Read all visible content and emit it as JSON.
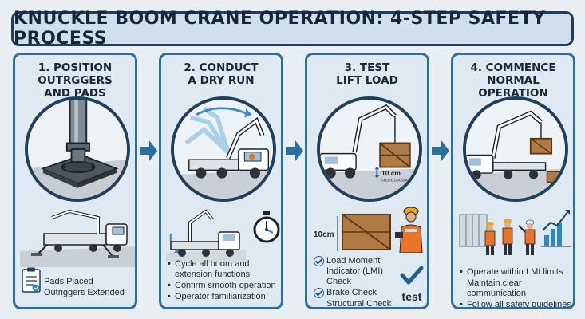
{
  "title": "KNUCKLE BOOM CRANE OPERATION: 4-STEP SAFETY PROCESS",
  "steps": [
    {
      "title_line1": "1. POSITION OUTRGGERS",
      "title_line2": "AND PADS",
      "notes": [
        "Pads Placed",
        "Outriggers Extended"
      ]
    },
    {
      "title_line1": "2. CONDUCT",
      "title_line2": "A DRY RUN",
      "bullets": [
        "Cycle all boom and extension functions",
        "Confirm smooth operation",
        "Operator familiarization"
      ]
    },
    {
      "title_line1": "3. TEST",
      "title_line2": "LIFT LOAD",
      "circle_label_main": "10 cm",
      "circle_label_sub": "ABOVE GROUND",
      "height_label": "10cm",
      "checks": [
        "Load Moment Indicator (LMI) Check",
        "Brake Check",
        "Structural Check"
      ],
      "stamp": "test"
    },
    {
      "title_line1": "4. COMMENCE",
      "title_line2": "NORMAL OPERATION",
      "bullets": [
        "Operate within LMI limits",
        "Maintain clear communication",
        "Follow all safety guidelines"
      ]
    }
  ],
  "colors": {
    "panel_border": "#2f6f97",
    "arrow": "#2b6f9a",
    "title_border": "#1f3f5a",
    "check": "#1f5f8b",
    "vest": "#e8742a",
    "crane_white": "#ffffff",
    "crate": "#b07a44"
  },
  "icons": [
    "outrigger-pad-icon",
    "clipboard-icon",
    "stopwatch-icon",
    "check-icon",
    "worker-icon",
    "chart-up-icon",
    "next-arrow-icon"
  ]
}
